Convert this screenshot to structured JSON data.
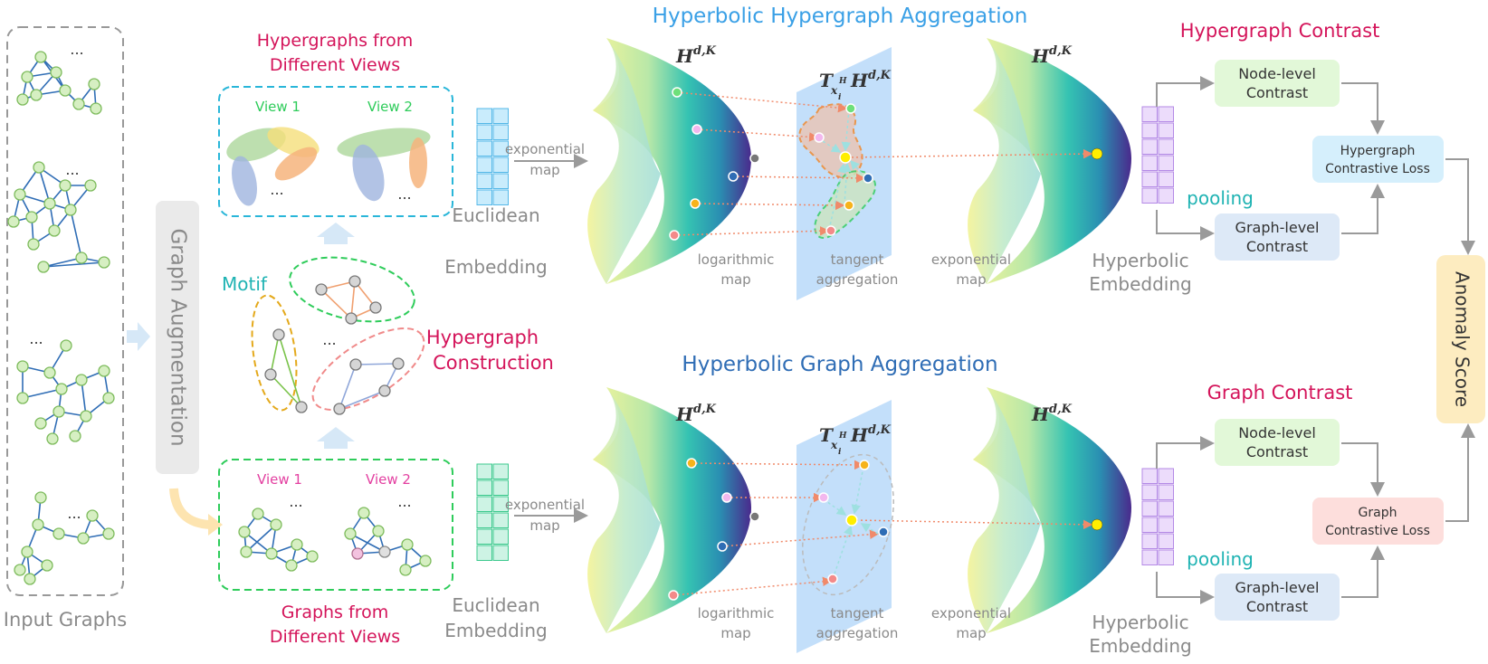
{
  "input_graphs": {
    "label": "Input Graphs",
    "ellipsis": "..."
  },
  "augmentation": {
    "label": "Graph Augmentation"
  },
  "hypergraph_views": {
    "title_line1": "Hypergraphs from",
    "title_line2": "Different Views",
    "view1": "View 1",
    "view2": "View 2",
    "ellipsis": "..."
  },
  "graph_views": {
    "title_line1": "Graphs from",
    "title_line2": "Different Views",
    "view1": "View 1",
    "view2": "View 2",
    "ellipsis": "..."
  },
  "motif": {
    "label": "Motif",
    "ellipsis": "..."
  },
  "hypergraph_construction": {
    "line1": "Hypergraph",
    "line2": "Construction"
  },
  "euclidean": {
    "line1": "Euclidean",
    "line2": "Embedding"
  },
  "exp_map": {
    "line1": "exponential",
    "line2": "map"
  },
  "hyper_agg": {
    "title": "Hyperbolic Hypergraph Aggregation"
  },
  "graph_agg": {
    "title": "Hyperbolic Graph Aggregation"
  },
  "manifold": {
    "H": "H",
    "H_sup": "d,K",
    "T": "T",
    "T_sub": "x",
    "T_subsub": "i",
    "T_subsup": "H",
    "log_line1": "logarithmic",
    "log_line2": "map",
    "tan_line1": "tangent",
    "tan_line2": "aggregation",
    "exp_line1": "exponential",
    "exp_line2": "map"
  },
  "hyperbolic_embedding": {
    "line1": "Hyperbolic",
    "line2": "Embedding"
  },
  "pooling": "pooling",
  "hypergraph_contrast": {
    "title": "Hypergraph Contrast",
    "node_line1": "Node-level",
    "node_line2": "Contrast",
    "graph_line1": "Graph-level",
    "graph_line2": "Contrast",
    "loss_line1": "Hypergraph",
    "loss_line2": "Contrastive Loss"
  },
  "graph_contrast": {
    "title": "Graph Contrast",
    "node_line1": "Node-level",
    "node_line2": "Contrast",
    "graph_line1": "Graph-level",
    "graph_line2": "Contrast",
    "loss_line1": "Graph",
    "loss_line2": "Contrastive Loss"
  },
  "anomaly": {
    "label": "Anomaly Score"
  },
  "colors": {
    "magenta": "#d4145a",
    "blue_title": "#2f6db5",
    "teal": "#1fb3b3",
    "green_text": "#2ecc5a",
    "node_fill": "#d6efc2",
    "node_stroke": "#7dbb5c",
    "edge": "#2f6db5"
  }
}
